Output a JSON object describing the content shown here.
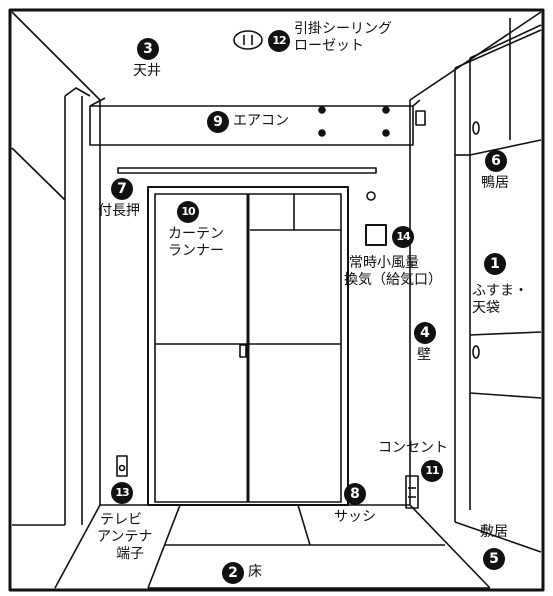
{
  "labels": {
    "fusuma_tenbukuro": {
      "num": "1",
      "text": [
        "ふすま・",
        "天袋"
      ]
    },
    "floor": {
      "num": "2",
      "text": [
        "床"
      ]
    },
    "ceiling": {
      "num": "3",
      "text": [
        "天井"
      ]
    },
    "wall": {
      "num": "4",
      "text": [
        "壁"
      ]
    },
    "shikii": {
      "num": "5",
      "text": [
        "敷居"
      ]
    },
    "kamoi": {
      "num": "6",
      "text": [
        "鴨居"
      ]
    },
    "tsukenageshi": {
      "num": "7",
      "text": [
        "付長押"
      ]
    },
    "sash": {
      "num": "8",
      "text": [
        "サッシ"
      ]
    },
    "aircon": {
      "num": "9",
      "text": [
        "エアコン"
      ]
    },
    "curtain_runner": {
      "num": "10",
      "text": [
        "カーテン",
        "ランナー"
      ]
    },
    "outlet": {
      "num": "11",
      "text": [
        "コンセント"
      ]
    },
    "ceiling_rosette": {
      "num": "12",
      "text": [
        "引掛シーリング",
        "ローゼット"
      ]
    },
    "tv_antenna": {
      "num": "13",
      "text": [
        "テレビ",
        "アンテナ",
        "端子"
      ]
    },
    "ventilation": {
      "num": "14",
      "text": [
        "常時小風量",
        "換気（給気口）"
      ]
    }
  }
}
